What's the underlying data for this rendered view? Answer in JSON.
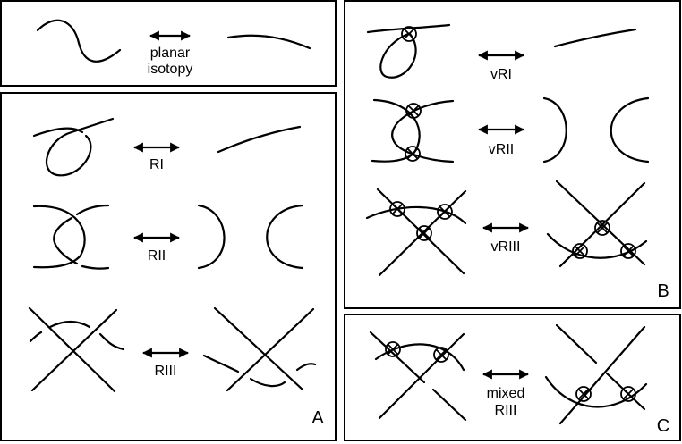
{
  "moves": {
    "planar": {
      "label_line1": "planar",
      "label_line2": "isotopy"
    },
    "r1": {
      "label": "RI"
    },
    "r2": {
      "label": "RII"
    },
    "r3": {
      "label": "RIII"
    },
    "vr1": {
      "label": "vRI"
    },
    "vr2": {
      "label": "vRII"
    },
    "vr3": {
      "label": "vRIII"
    },
    "mixed": {
      "label_line1": "mixed",
      "label_line2": "RIII"
    }
  },
  "panels": {
    "a": {
      "letter": "A"
    },
    "b": {
      "letter": "B"
    },
    "c": {
      "letter": "C"
    }
  }
}
